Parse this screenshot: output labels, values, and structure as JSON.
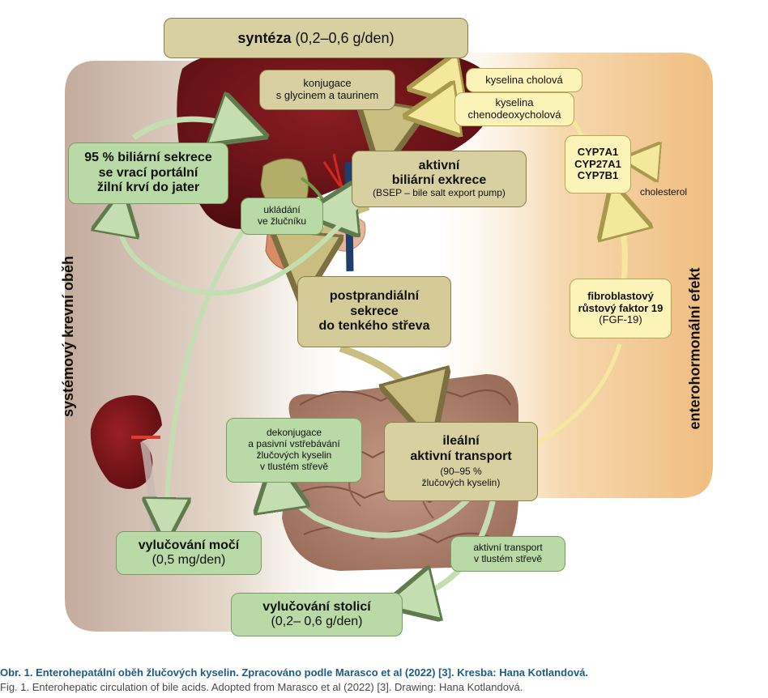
{
  "side_labels": {
    "left": "systémový krevní oběh",
    "right": "enterohormonální efekt"
  },
  "boxes": {
    "synthesis": {
      "bold": "syntéza",
      "normal": " (0,2–0,6 g/den)"
    },
    "conjugation": {
      "line1": "konjugace",
      "line2": "s glycinem a taurinem"
    },
    "cholic": {
      "text": "kyselina cholová"
    },
    "chenodeoxycholic": {
      "line1": "kyselina",
      "line2": "chenodeoxycholová"
    },
    "biliary_return": {
      "line1": "95 % biliární sekrece",
      "line2": "se vrací portální",
      "line3": "žilní krví do jater"
    },
    "active_excretion": {
      "line1": "aktivní",
      "line2": "biliární exkrece",
      "line3": "(BSEP – bile salt export pump)"
    },
    "cyp": {
      "line1": "CYP7A1",
      "line2": "CYP27A1",
      "line3": "CYP7B1"
    },
    "cholesterol": {
      "text": "cholesterol"
    },
    "storage": {
      "line1": "ukládání",
      "line2": "ve žlučníku"
    },
    "postprandial": {
      "line1": "postprandiální",
      "line2": "sekrece",
      "line3": "do tenkého střeva"
    },
    "fgf": {
      "line1": "fibroblastový",
      "line2": "růstový faktor 19",
      "line3": "(FGF-19)"
    },
    "deconjugation": {
      "line1": "dekonjugace",
      "line2": "a pasivní vstřebávání",
      "line3": "žlučových kyselin",
      "line4": "v tlustém střevě"
    },
    "ileal": {
      "line1": "ileální",
      "line2": "aktivní transport",
      "line3": "(90–95 %",
      "line4": "žlučových kyselin)"
    },
    "urine": {
      "line1": "vylučování močí",
      "line2": "(0,5 mg/den)"
    },
    "colon_transport": {
      "line1": "aktivní transport",
      "line2": "v tlustém střevě"
    },
    "stool": {
      "line1": "vylučování stolicí",
      "line2": "(0,2– 0,6 g/den)"
    }
  },
  "caption": {
    "cz": "Obr. 1. Enterohepatální oběh žlučových kyselin. Zpracováno podle Marasco et al (2022) [3]. Kresba: Hana Kotlandová.",
    "en": "Fig. 1. Enterohepatic circulation of bile acids. Adopted from Marasco et al (2022) [3]. Drawing: Hana Kotlandová."
  },
  "colors": {
    "left_panel": "#c9b3a6",
    "right_panel": "#f2c48a",
    "liver": "#6e1418",
    "olive_box": "#d9d0a2",
    "green_box": "#b9d9a6",
    "yellow_box": "#fbf3b8",
    "caption_blue": "#1d5b86"
  }
}
